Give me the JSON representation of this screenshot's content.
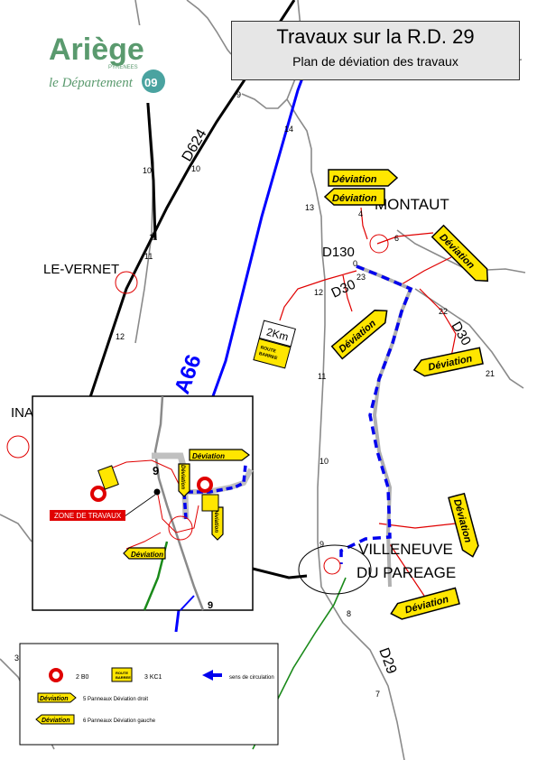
{
  "header": {
    "title": "Travaux sur la R.D. 29",
    "subtitle": "Plan de déviation des travaux"
  },
  "logo": {
    "name": "Ariège",
    "sub": "PYRENEES",
    "tagline": "le Département",
    "number": "09",
    "colors": {
      "green": "#5a9a6e",
      "teal": "#4aa3a0"
    }
  },
  "places": {
    "montaut": "MONTAUT",
    "le_vernet": "LE-VERNET",
    "villeneuve_1": "VILLENEUVE",
    "villeneuve_2": "DU PAREAGE",
    "ina": "INA"
  },
  "roads": {
    "d624": "D624",
    "a66": "A66",
    "d130": "D130",
    "d30_a": "D30",
    "d30_b": "D30",
    "d29": "D29"
  },
  "km_markers": [
    "9",
    "14",
    "10",
    "10",
    "11",
    "11",
    "12",
    "13",
    "4",
    "6",
    "0",
    "23",
    "12",
    "22",
    "21",
    "11",
    "10",
    "9",
    "8",
    "7",
    "3",
    "9"
  ],
  "signs": {
    "deviation": "Déviation",
    "route_barree": "ROUTE BARREE",
    "distance": "2Km"
  },
  "inset": {
    "zone_label": "ZONE DE TRAVAUX",
    "deviation": "Déviation",
    "km_9": "9"
  },
  "legend": {
    "qty_1": "2 B0",
    "qty_2": "3 KC1",
    "sens": "sens de circulation",
    "right_panels": "5 Panneaux Déviation droit",
    "left_panels": "6 Panneaux Déviation gauche",
    "sign_route": "ROUTE BARREE",
    "sign_dev": "Déviation"
  },
  "colors": {
    "road_black": "#000000",
    "a66_blue": "#0000ff",
    "detour_blue": "#0000ee",
    "gray_road": "#8a8a8a",
    "red_circle": "#e00000",
    "sign_yellow": "#ffe600",
    "green_road": "#1a8a1a"
  }
}
